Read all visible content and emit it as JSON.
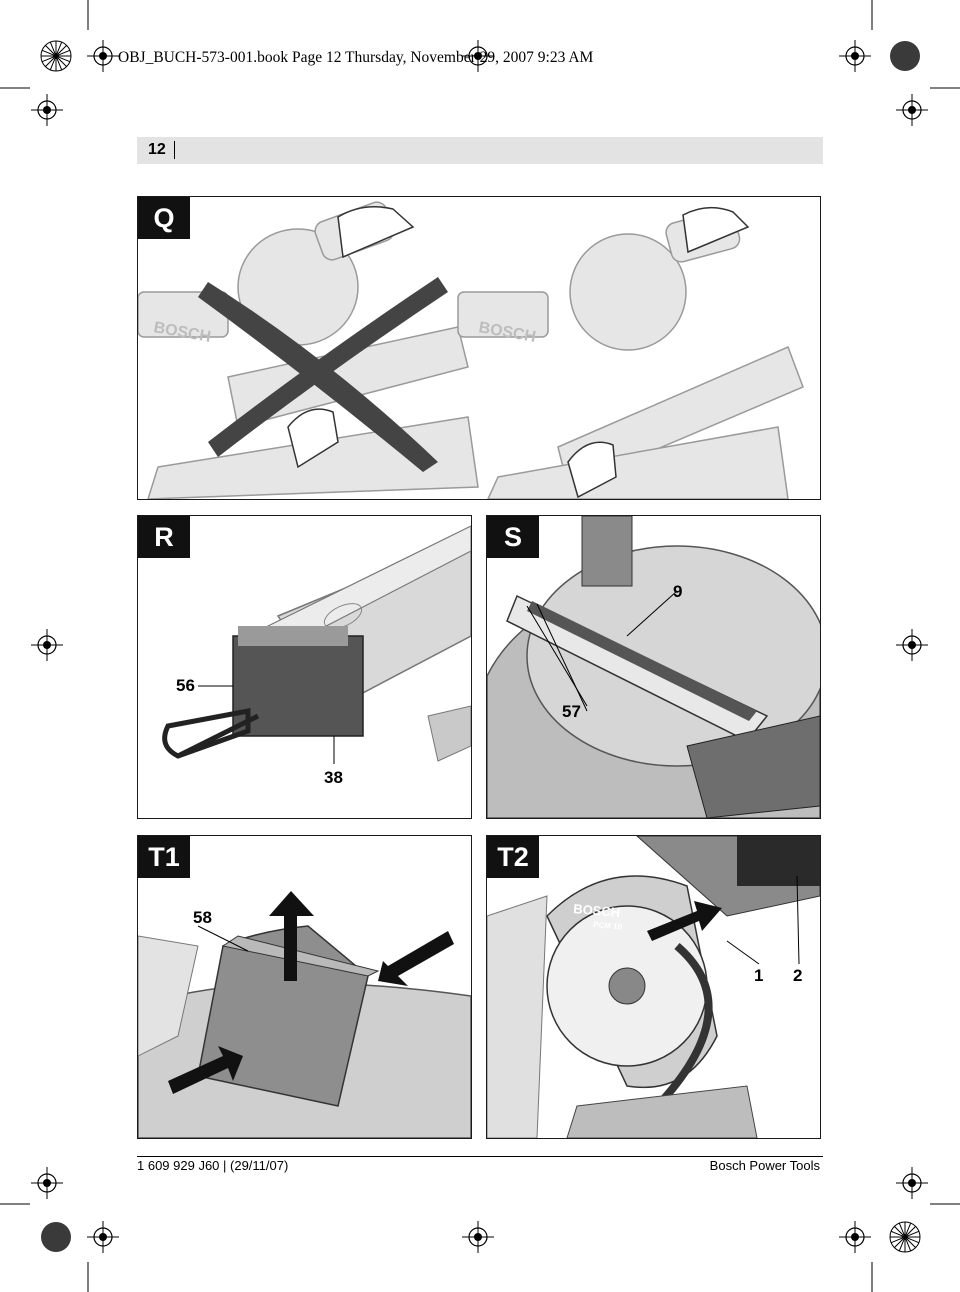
{
  "print_header": "OBJ_BUCH-573-001.book  Page 12  Thursday, November 29, 2007  9:23 AM",
  "page_number": "12",
  "figures": {
    "q": {
      "label": "Q"
    },
    "r": {
      "label": "R",
      "callouts": [
        "56",
        "38"
      ]
    },
    "s": {
      "label": "S",
      "callouts": [
        "9",
        "57"
      ]
    },
    "t1": {
      "label": "T1",
      "callouts": [
        "58"
      ]
    },
    "t2": {
      "label": "T2",
      "callouts": [
        "1",
        "2"
      ]
    }
  },
  "product_marks": {
    "brand": "BOSCH",
    "model": "PCM 10"
  },
  "footer": {
    "doc_ref": "1 609 929 J60 | (29/11/07)",
    "publisher": "Bosch Power Tools"
  },
  "colors": {
    "panel_fill": "#e8e8e8",
    "machine_grey": "#9a9a9a",
    "dark": "#111111"
  }
}
